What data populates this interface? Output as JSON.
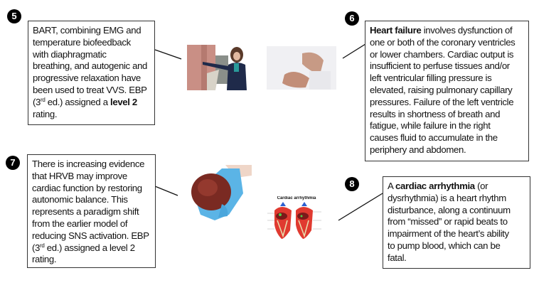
{
  "callouts": [
    {
      "number": "5",
      "lines": [
        [
          {
            "t": "BART, combining EMG and"
          }
        ],
        [
          {
            "t": "temperature biofeedback"
          }
        ],
        [
          {
            "t": "with diaphragmatic"
          }
        ],
        [
          {
            "t": "breathing, and autogenic and"
          }
        ],
        [
          {
            "t": "progressive relaxation have"
          }
        ],
        [
          {
            "t": "been used to treat VVS. EBP"
          }
        ],
        [
          {
            "t": "(3"
          },
          {
            "t": "rd",
            "sup": true
          },
          {
            "t": " ed.) assigned a "
          },
          {
            "t": "level 2",
            "b": true
          }
        ],
        [
          {
            "t": "rating."
          }
        ]
      ]
    },
    {
      "number": "6",
      "lines": [
        [
          {
            "t": "Heart failure",
            "b": true
          },
          {
            "t": " involves dysfunction of"
          }
        ],
        [
          {
            "t": "one or both of the coronary ventricles"
          }
        ],
        [
          {
            "t": "or lower chambers. Cardiac output is"
          }
        ],
        [
          {
            "t": "insufficient to perfuse tissues and/or"
          }
        ],
        [
          {
            "t": "left ventricular filling pressure is"
          }
        ],
        [
          {
            "t": "elevated, raising pulmonary capillary"
          }
        ],
        [
          {
            "t": "pressures. Failure of the left ventricle"
          }
        ],
        [
          {
            "t": "results in shortness of breath and"
          }
        ],
        [
          {
            "t": "fatigue, while failure in the right"
          }
        ],
        [
          {
            "t": "causes fluid to accumulate in the"
          }
        ],
        [
          {
            "t": "periphery and abdomen."
          }
        ]
      ]
    },
    {
      "number": "7",
      "lines": [
        [
          {
            "t": "There is increasing evidence"
          }
        ],
        [
          {
            "t": "that HRVB may improve"
          }
        ],
        [
          {
            "t": "cardiac function by restoring"
          }
        ],
        [
          {
            "t": "autonomic balance. This"
          }
        ],
        [
          {
            "t": "represents a paradigm shift"
          }
        ],
        [
          {
            "t": "from the earlier model of"
          }
        ],
        [
          {
            "t": "reducing SNS activation. EBP"
          }
        ],
        [
          {
            "t": "(3"
          },
          {
            "t": "rd",
            "sup": true
          },
          {
            "t": " ed.) assigned a level 2"
          }
        ],
        [
          {
            "t": "rating."
          }
        ]
      ]
    },
    {
      "number": "8",
      "lines": [
        [
          {
            "t": "A "
          },
          {
            "t": "cardiac arrhythmia",
            "b": true
          },
          {
            "t": " (or"
          }
        ],
        [
          {
            "t": "dysrhythmia) is a heart rhythm"
          }
        ],
        [
          {
            "t": "disturbance, along a continuum"
          }
        ],
        [
          {
            "t": "from “missed” or rapid beats to"
          }
        ],
        [
          {
            "t": "impairment of the heart’s ability"
          }
        ],
        [
          {
            "t": "to pump blood, which can be"
          }
        ],
        [
          {
            "t": "fatal."
          }
        ]
      ]
    }
  ],
  "diagram": {
    "title": "Cardiac arrhythmia"
  }
}
